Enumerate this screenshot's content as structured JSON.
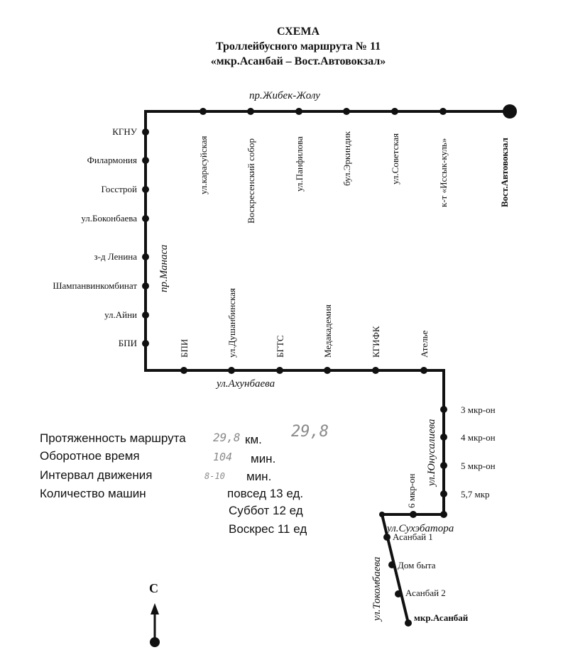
{
  "title": {
    "line1": "СХЕМА",
    "line2": "Троллейбусного маршрута  № 11",
    "line3": "«мкр.Асанбай – Вост.Автовокзал»"
  },
  "streets": {
    "top": "пр.Жибек-Жолу",
    "left": "пр.Манаса",
    "bottom": "ул.Ахунбаева",
    "right": "ул.Юнусалиева",
    "sukhe": "ул.Сухэбатора",
    "tokomb": "ул.Токомбаева"
  },
  "stops": {
    "top": [
      "ул.карасуйская",
      "Воскресенский собор",
      "ул.Панфилова",
      "бул.Эркиндик",
      "ул.Советская",
      "к-т «Иссык-куль»"
    ],
    "terminal_east": "Вост.Автовокзал",
    "left": [
      "КГНУ",
      "Филармония",
      "Госстрой",
      "ул.Боконбаева",
      "з-д Ленина",
      "Шампанвинкомбинат",
      "ул.Айни",
      "БПИ"
    ],
    "bottom": [
      "БПИ",
      "ул.Душанбинская",
      "БГТС",
      "Медакадемия",
      "КГИФК",
      "Ателье"
    ],
    "right": [
      "3 мкр-он",
      "4 мкр-он",
      "5 мкр-он",
      "5,7 мкр"
    ],
    "sukhe": "6 мкр-он",
    "south": [
      "Асанбай 1",
      "Дом быта",
      "Асанбай 2"
    ],
    "terminal_south": "мкр.Асанбай"
  },
  "info": {
    "length_label": "Протяженность маршрута",
    "length_hand_1": "29,8",
    "length_hand_2": "29,8",
    "length_unit": "км.",
    "turn_label": "Оборотное время",
    "turn_hand": "104",
    "turn_unit": "мин.",
    "interval_label": "Интервал движения",
    "interval_hand": "8-10",
    "interval_unit": "мин.",
    "cars_label": "Количество машин",
    "cars_daily": "повсед 13 ед.",
    "cars_sat": "Суббот 12 ед",
    "cars_sun": "Воскрес 11 ед"
  },
  "compass": {
    "label": "С"
  }
}
